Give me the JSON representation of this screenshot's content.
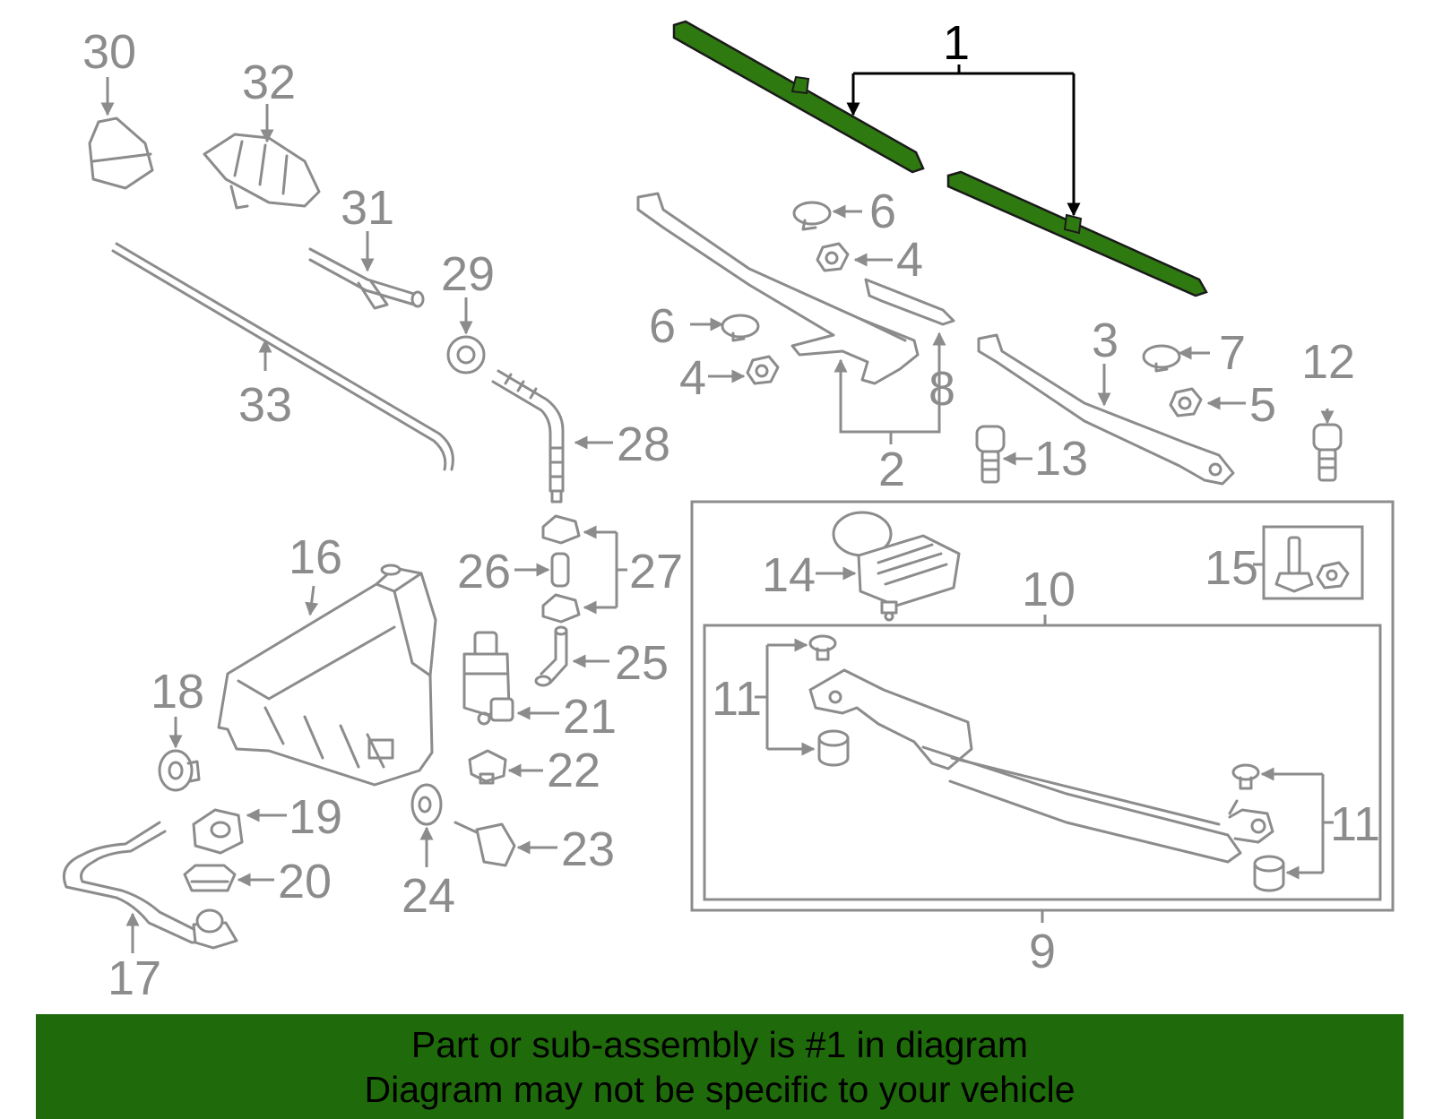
{
  "colors": {
    "highlight_part": "#2f7a10",
    "line_gray": "#8c8c8c",
    "banner_bg": "#1f6b0b",
    "banner_text": "#000000"
  },
  "callouts": {
    "c1": "1",
    "c2": "2",
    "c3": "3",
    "c4a": "4",
    "c4b": "4",
    "c5": "5",
    "c6a": "6",
    "c6b": "6",
    "c7": "7",
    "c8": "8",
    "c9": "9",
    "c10": "10",
    "c11a": "11",
    "c11b": "11",
    "c12": "12",
    "c13": "13",
    "c14": "14",
    "c15": "15",
    "c16": "16",
    "c17": "17",
    "c18": "18",
    "c19": "19",
    "c20": "20",
    "c21": "21",
    "c22": "22",
    "c23": "23",
    "c24": "24",
    "c25": "25",
    "c26": "26",
    "c27": "27",
    "c28": "28",
    "c29": "29",
    "c30": "30",
    "c31": "31",
    "c32": "32",
    "c33": "33"
  },
  "banner": {
    "line1": "Part or sub-assembly is #1 in diagram",
    "line2": "Diagram may not be specific to your vehicle"
  }
}
